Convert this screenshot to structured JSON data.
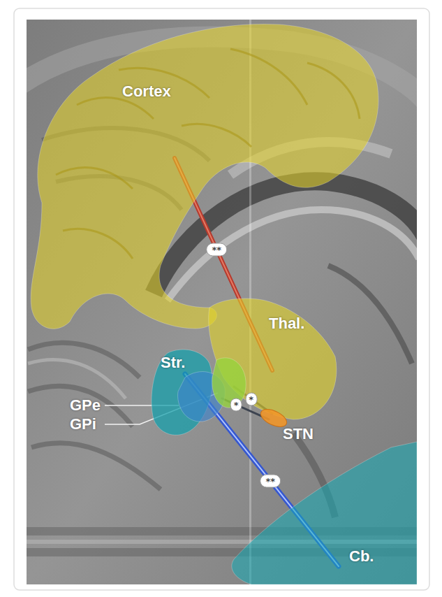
{
  "diagram": {
    "nodes": [
      {
        "text": [
          "Cortex"
        ]
      },
      {
        "text": [
          "Thal."
        ]
      },
      {
        "text": [
          "Str."
        ]
      },
      {
        "text": [
          "GPe"
        ]
      },
      {
        "text": [
          "GPi"
        ]
      },
      {
        "text": [
          "STN"
        ]
      },
      {
        "text": [
          "Cb."
        ]
      }
    ],
    "edges": [
      {
        "from": 0,
        "to": 1,
        "label": "**",
        "arrow": "none"
      },
      {
        "from": 2,
        "to": 6,
        "label": "**",
        "arrow": "none"
      },
      {
        "from": 3,
        "to": 5,
        "label": "*",
        "arrow": "none"
      },
      {
        "from": 4,
        "to": 5,
        "label": "*",
        "arrow": "none"
      }
    ]
  }
}
